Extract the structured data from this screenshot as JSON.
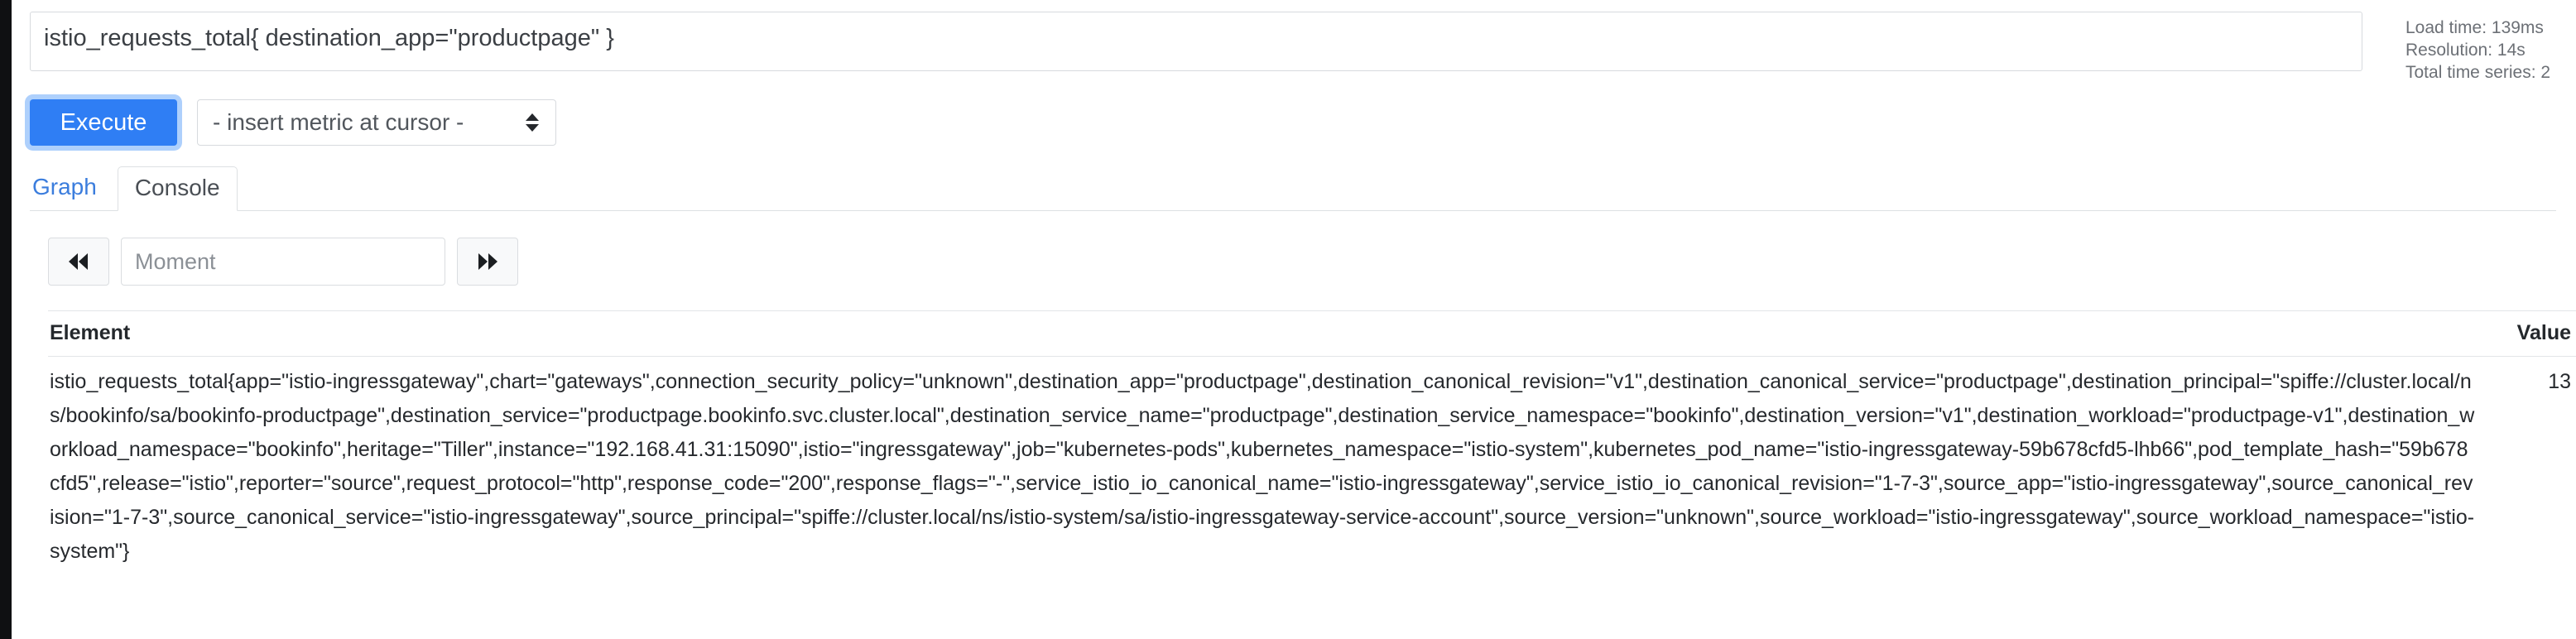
{
  "query": {
    "expression": "istio_requests_total{ destination_app=\"productpage\" }"
  },
  "stats": {
    "load_time": "Load time: 139ms",
    "resolution": "Resolution: 14s",
    "total_series": "Total time series: 2"
  },
  "controls": {
    "execute_label": "Execute",
    "metric_select_value": "- insert metric at cursor -"
  },
  "tabs": {
    "graph_label": "Graph",
    "console_label": "Console"
  },
  "moment": {
    "placeholder": "Moment",
    "value": ""
  },
  "table": {
    "headers": {
      "element": "Element",
      "value": "Value"
    },
    "rows": [
      {
        "element": "istio_requests_total{app=\"istio-ingressgateway\",chart=\"gateways\",connection_security_policy=\"unknown\",destination_app=\"productpage\",destination_canonical_revision=\"v1\",destination_canonical_service=\"productpage\",destination_principal=\"spiffe://cluster.local/ns/bookinfo/sa/bookinfo-productpage\",destination_service=\"productpage.bookinfo.svc.cluster.local\",destination_service_name=\"productpage\",destination_service_namespace=\"bookinfo\",destination_version=\"v1\",destination_workload=\"productpage-v1\",destination_workload_namespace=\"bookinfo\",heritage=\"Tiller\",instance=\"192.168.41.31:15090\",istio=\"ingressgateway\",job=\"kubernetes-pods\",kubernetes_namespace=\"istio-system\",kubernetes_pod_name=\"istio-ingressgateway-59b678cfd5-lhb66\",pod_template_hash=\"59b678cfd5\",release=\"istio\",reporter=\"source\",request_protocol=\"http\",response_code=\"200\",response_flags=\"-\",service_istio_io_canonical_name=\"istio-ingressgateway\",service_istio_io_canonical_revision=\"1-7-3\",source_app=\"istio-ingressgateway\",source_canonical_revision=\"1-7-3\",source_canonical_service=\"istio-ingressgateway\",source_principal=\"spiffe://cluster.local/ns/istio-system/sa/istio-ingressgateway-service-account\",source_version=\"unknown\",source_workload=\"istio-ingressgateway\",source_workload_namespace=\"istio-system\"}",
        "value": "13"
      }
    ]
  },
  "colors": {
    "accent": "#2f7ef4",
    "link": "#3b7ddd",
    "border": "#d7dade",
    "muted_text": "#6c7076"
  }
}
